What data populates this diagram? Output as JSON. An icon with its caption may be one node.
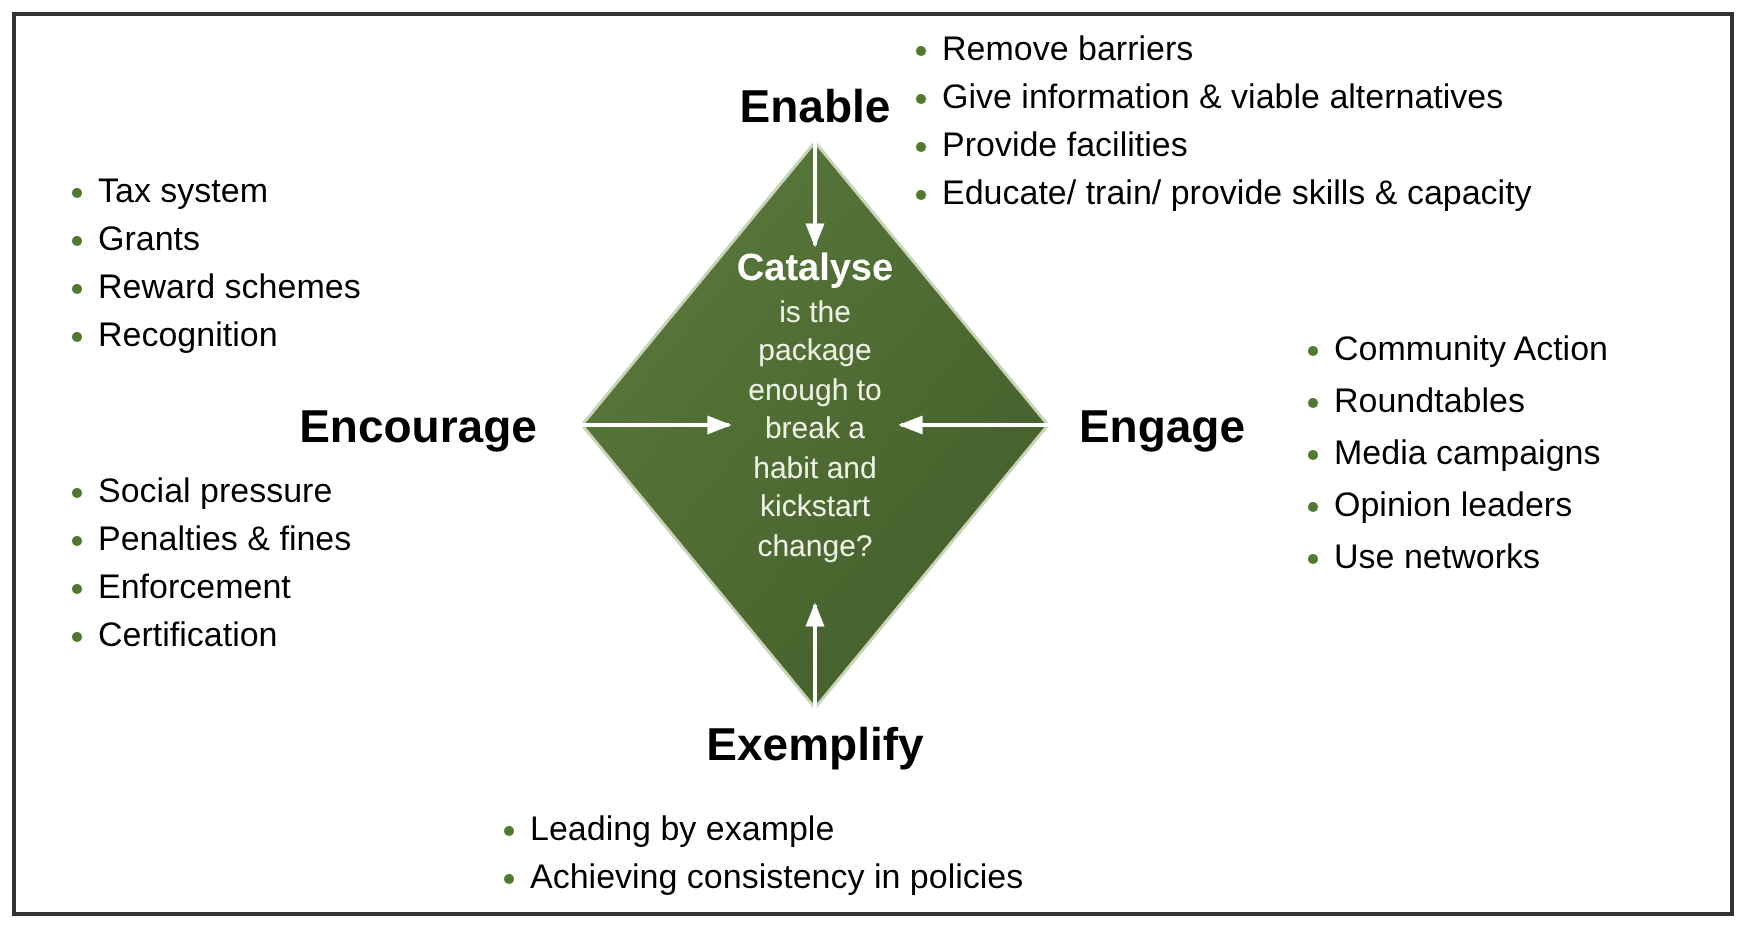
{
  "diagram": {
    "nodes": [
      {
        "text": [],
        "shape": "diamond"
      },
      {
        "text": [
          "Catalyse",
          "is the package enough to break a habit and kickstart change?"
        ],
        "in": 0
      },
      {
        "text": [
          "Enable"
        ],
        "beside": [
          "Remove barriers",
          "Give information & viable alternatives",
          "Provide facilities",
          "Educate/ train/ provide skills & capacity"
        ]
      },
      {
        "text": [
          "Encourage"
        ],
        "beside": [
          "Tax system",
          "Grants",
          "Reward schemes",
          "Recognition",
          "Social pressure",
          "Penalties & fines",
          "Enforcement",
          "Certification"
        ]
      },
      {
        "text": [
          "Engage"
        ],
        "beside": [
          "Community Action",
          "Roundtables",
          "Media campaigns",
          "Opinion leaders",
          "Use networks"
        ]
      },
      {
        "text": [
          "Exemplify"
        ],
        "beside": [
          "Leading by example",
          "Achieving consistency in policies"
        ]
      }
    ],
    "edges": [
      {
        "from": 2,
        "to": 1,
        "arrow": "to"
      },
      {
        "from": 3,
        "to": 1,
        "arrow": "to"
      },
      {
        "from": 4,
        "to": 1,
        "arrow": "to"
      },
      {
        "from": 5,
        "to": 1,
        "arrow": "to"
      }
    ]
  }
}
